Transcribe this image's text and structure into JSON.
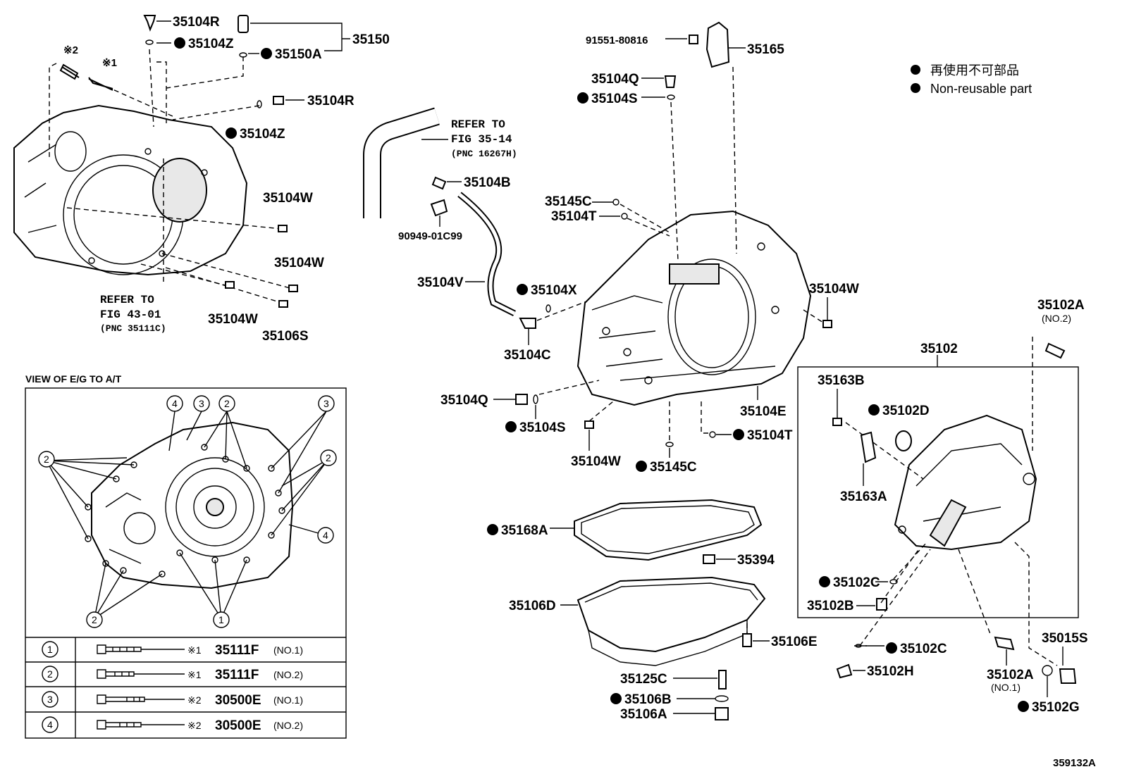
{
  "legend": {
    "jp": "再使用不可部品",
    "en": "Non-reusable part"
  },
  "diagram_id": "359132A",
  "view_title": "VIEW OF E/G TO A/T",
  "refs": {
    "fig43_line1": "REFER TO",
    "fig43_line2": "FIG 43-01",
    "fig43_line3": "(PNC 35111C)",
    "fig35_line1": "REFER TO",
    "fig35_line2": "FIG 35-14",
    "fig35_line3": "(PNC 16267H)"
  },
  "marks": {
    "m1": "※1",
    "m2": "※2"
  },
  "parts": {
    "p35104R_a": "35104R",
    "p35104Z_a": "35104Z",
    "p35150": "35150",
    "p35150A": "35150A",
    "p35104R_b": "35104R",
    "p35104Z_b": "35104Z",
    "p35104W_a": "35104W",
    "p35104W_b": "35104W",
    "p35104W_c": "35104W",
    "p35106S": "35106S",
    "p35104B": "35104B",
    "p90949": "90949-01C99",
    "p35104V": "35104V",
    "p35104X": "35104X",
    "p35104C": "35104C",
    "p91551": "91551-80816",
    "p35165": "35165",
    "p35104Q_a": "35104Q",
    "p35104S_a": "35104S",
    "p35145C_a": "35145C",
    "p35104T_a": "35104T",
    "p35104W_d": "35104W",
    "p35104E": "35104E",
    "p35104Q_b": "35104Q",
    "p35104S_b": "35104S",
    "p35104W_e": "35104W",
    "p35104T_b": "35104T",
    "p35145C_b": "35145C",
    "p35168A": "35168A",
    "p35394": "35394",
    "p35106D": "35106D",
    "p35106E": "35106E",
    "p35125C": "35125C",
    "p35106B": "35106B",
    "p35106A": "35106A",
    "p35102A_a": "35102A",
    "p35102A_a_no": "(NO.2)",
    "p35102": "35102",
    "p35163B": "35163B",
    "p35102D": "35102D",
    "p35163A": "35163A",
    "p35102C_a": "35102C",
    "p35102B": "35102B",
    "p35102C_b": "35102C",
    "p35102H": "35102H",
    "p35102A_b": "35102A",
    "p35102A_b_no": "(NO.1)",
    "p35015S": "35015S",
    "p35102G": "35102G"
  },
  "callouts": [
    "1",
    "2",
    "3",
    "4"
  ],
  "bolt_table": [
    {
      "num": "1",
      "mark": "※1",
      "part": "35111F",
      "no": "(NO.1)"
    },
    {
      "num": "2",
      "mark": "※1",
      "part": "35111F",
      "no": "(NO.2)"
    },
    {
      "num": "3",
      "mark": "※2",
      "part": "30500E",
      "no": "(NO.1)"
    },
    {
      "num": "4",
      "mark": "※2",
      "part": "30500E",
      "no": "(NO.2)"
    }
  ]
}
